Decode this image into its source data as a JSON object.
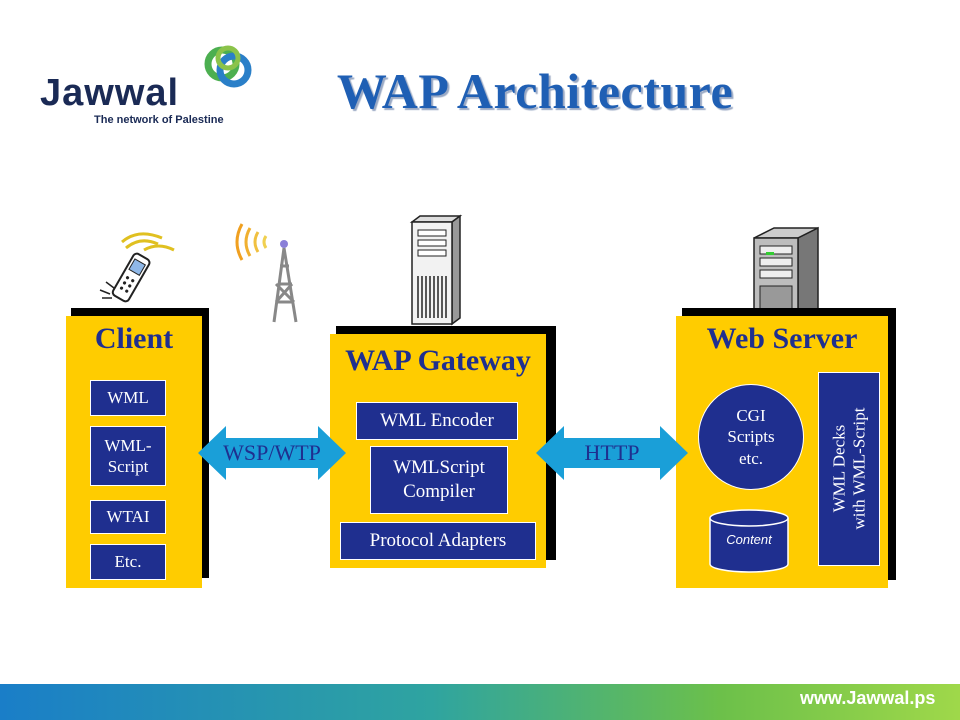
{
  "logo": {
    "brand": "Jawwal",
    "tagline": "The network of Palestine",
    "colors": {
      "text": "#1a2a55",
      "ring_green": "#4caf50",
      "ring_blue": "#2a7fc8"
    }
  },
  "title": "WAP Architecture",
  "client": {
    "title": "Client",
    "items": [
      "WML",
      "WML-\nScript",
      "WTAI",
      "Etc."
    ]
  },
  "gateway": {
    "title": "WAP Gateway",
    "items": [
      "WML Encoder",
      "WMLScript\nCompiler",
      "Protocol Adapters"
    ]
  },
  "server": {
    "title": "Web Server",
    "cgi": "CGI\nScripts\netc.",
    "content": "Content",
    "decks": "WML Decks\nwith WML-Script"
  },
  "links": {
    "left": "WSP/WTP",
    "right": "HTTP"
  },
  "footer": {
    "url": "www.Jawwal.ps"
  },
  "colors": {
    "panel": "#ffcc00",
    "box": "#1f2f8f",
    "arrow": "#1a9fd8",
    "title": "#1f5fb4"
  },
  "icons": [
    "mobile-phone-icon",
    "radio-tower-icon",
    "gateway-server-icon",
    "web-server-icon"
  ]
}
